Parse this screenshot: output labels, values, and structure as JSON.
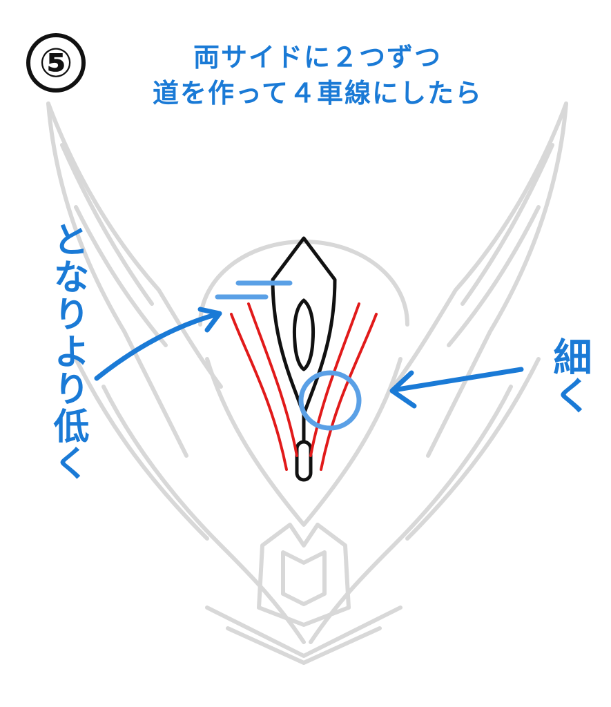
{
  "step_number": "⑤",
  "title_line1": "両サイドに２つずつ",
  "title_line2": "道を作って４車線にしたら",
  "left_note": "となりより低く",
  "right_note": "細く",
  "colors": {
    "guide": "#d6d6d6",
    "annotation": "#1a7ad6",
    "highlight": "#5aa0e6",
    "lines": "#e11a1a",
    "ink": "#111111"
  }
}
